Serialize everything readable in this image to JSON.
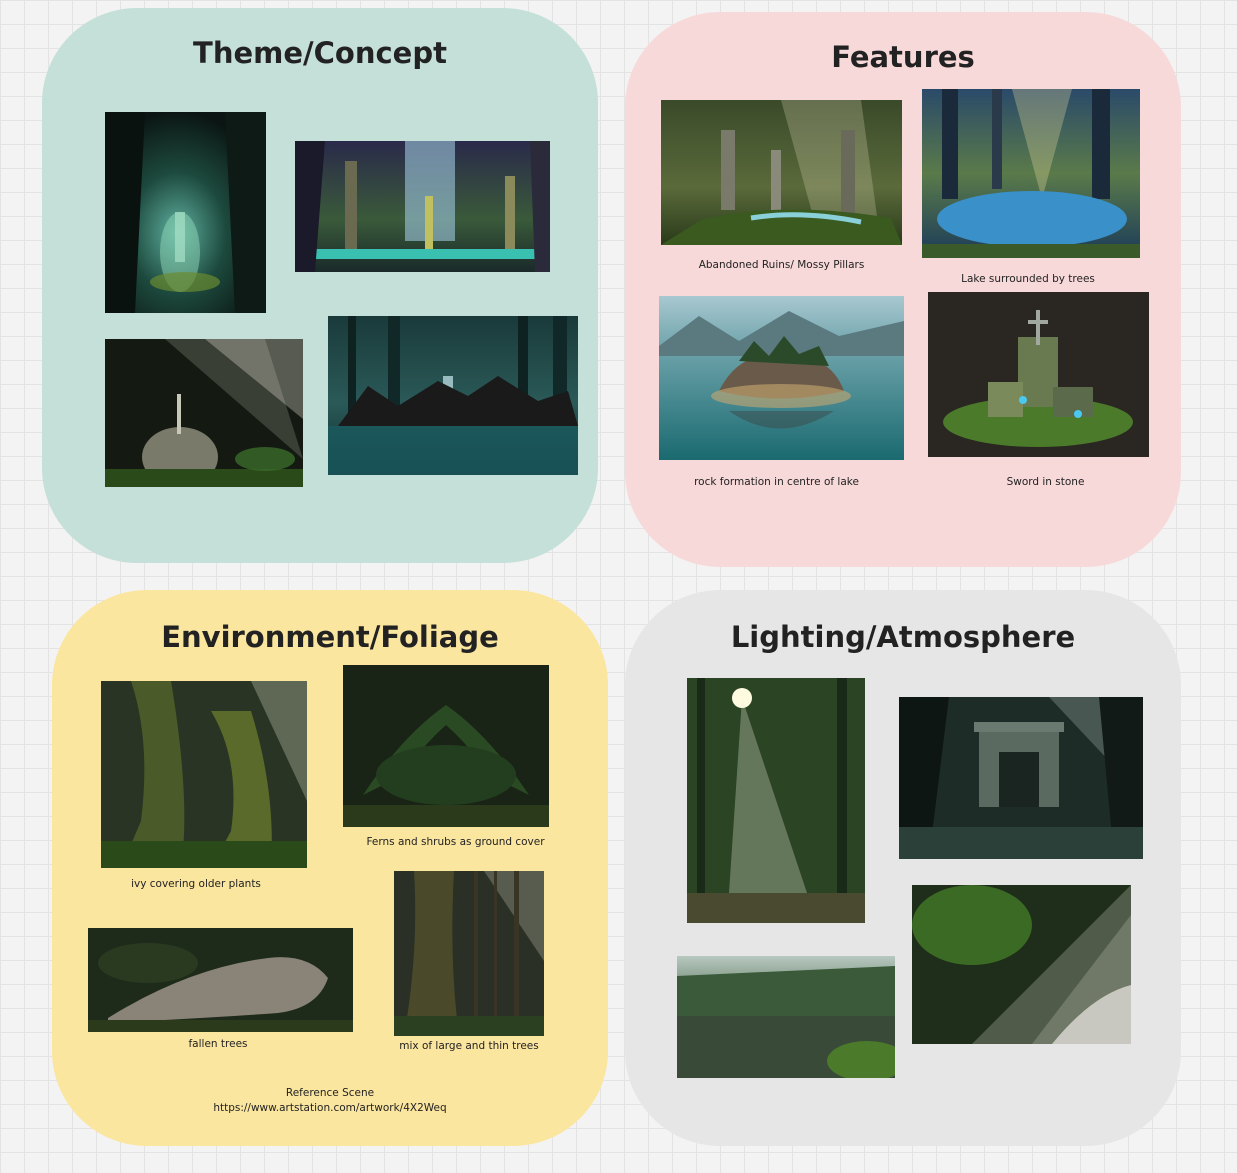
{
  "boards": {
    "theme": {
      "title": "Theme/Concept",
      "color": "#c5e0d8"
    },
    "features": {
      "title": "Features",
      "color": "#f8d9da",
      "captions": [
        "Abandoned Ruins/ Mossy Pillars",
        "Lake surrounded by trees",
        "rock formation in centre of lake",
        "Sword in stone"
      ]
    },
    "environment": {
      "title": "Environment/Foliage",
      "color": "#fbe6a0",
      "captions": [
        "ivy covering older plants",
        "Ferns and shrubs as ground cover",
        "fallen trees",
        "mix of large and thin trees"
      ],
      "reference_label": "Reference Scene",
      "reference_url": "https://www.artstation.com/artwork/4X2Weq"
    },
    "lighting": {
      "title": "Lighting/Atmosphere",
      "color": "#e6e6e6"
    }
  }
}
